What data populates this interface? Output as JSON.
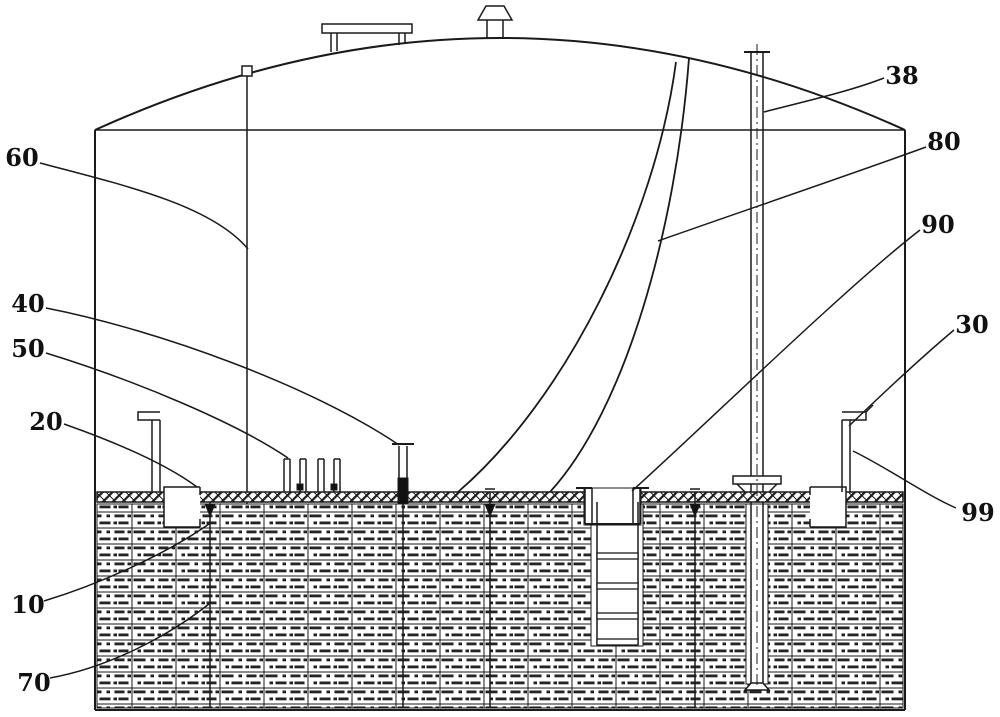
{
  "figure": {
    "description": "Sectional technical drawing of a storage tank with domed roof, internal floating deck on liquid, gauge pole, ladder and deck fittings",
    "background_color": "#ffffff",
    "line_color": "#1a1a1a"
  },
  "labels": {
    "38": "38",
    "80": "80",
    "90": "90",
    "30": "30",
    "99": "99",
    "60": "60",
    "40": "40",
    "50": "50",
    "20": "20",
    "10": "10",
    "70": "70"
  }
}
